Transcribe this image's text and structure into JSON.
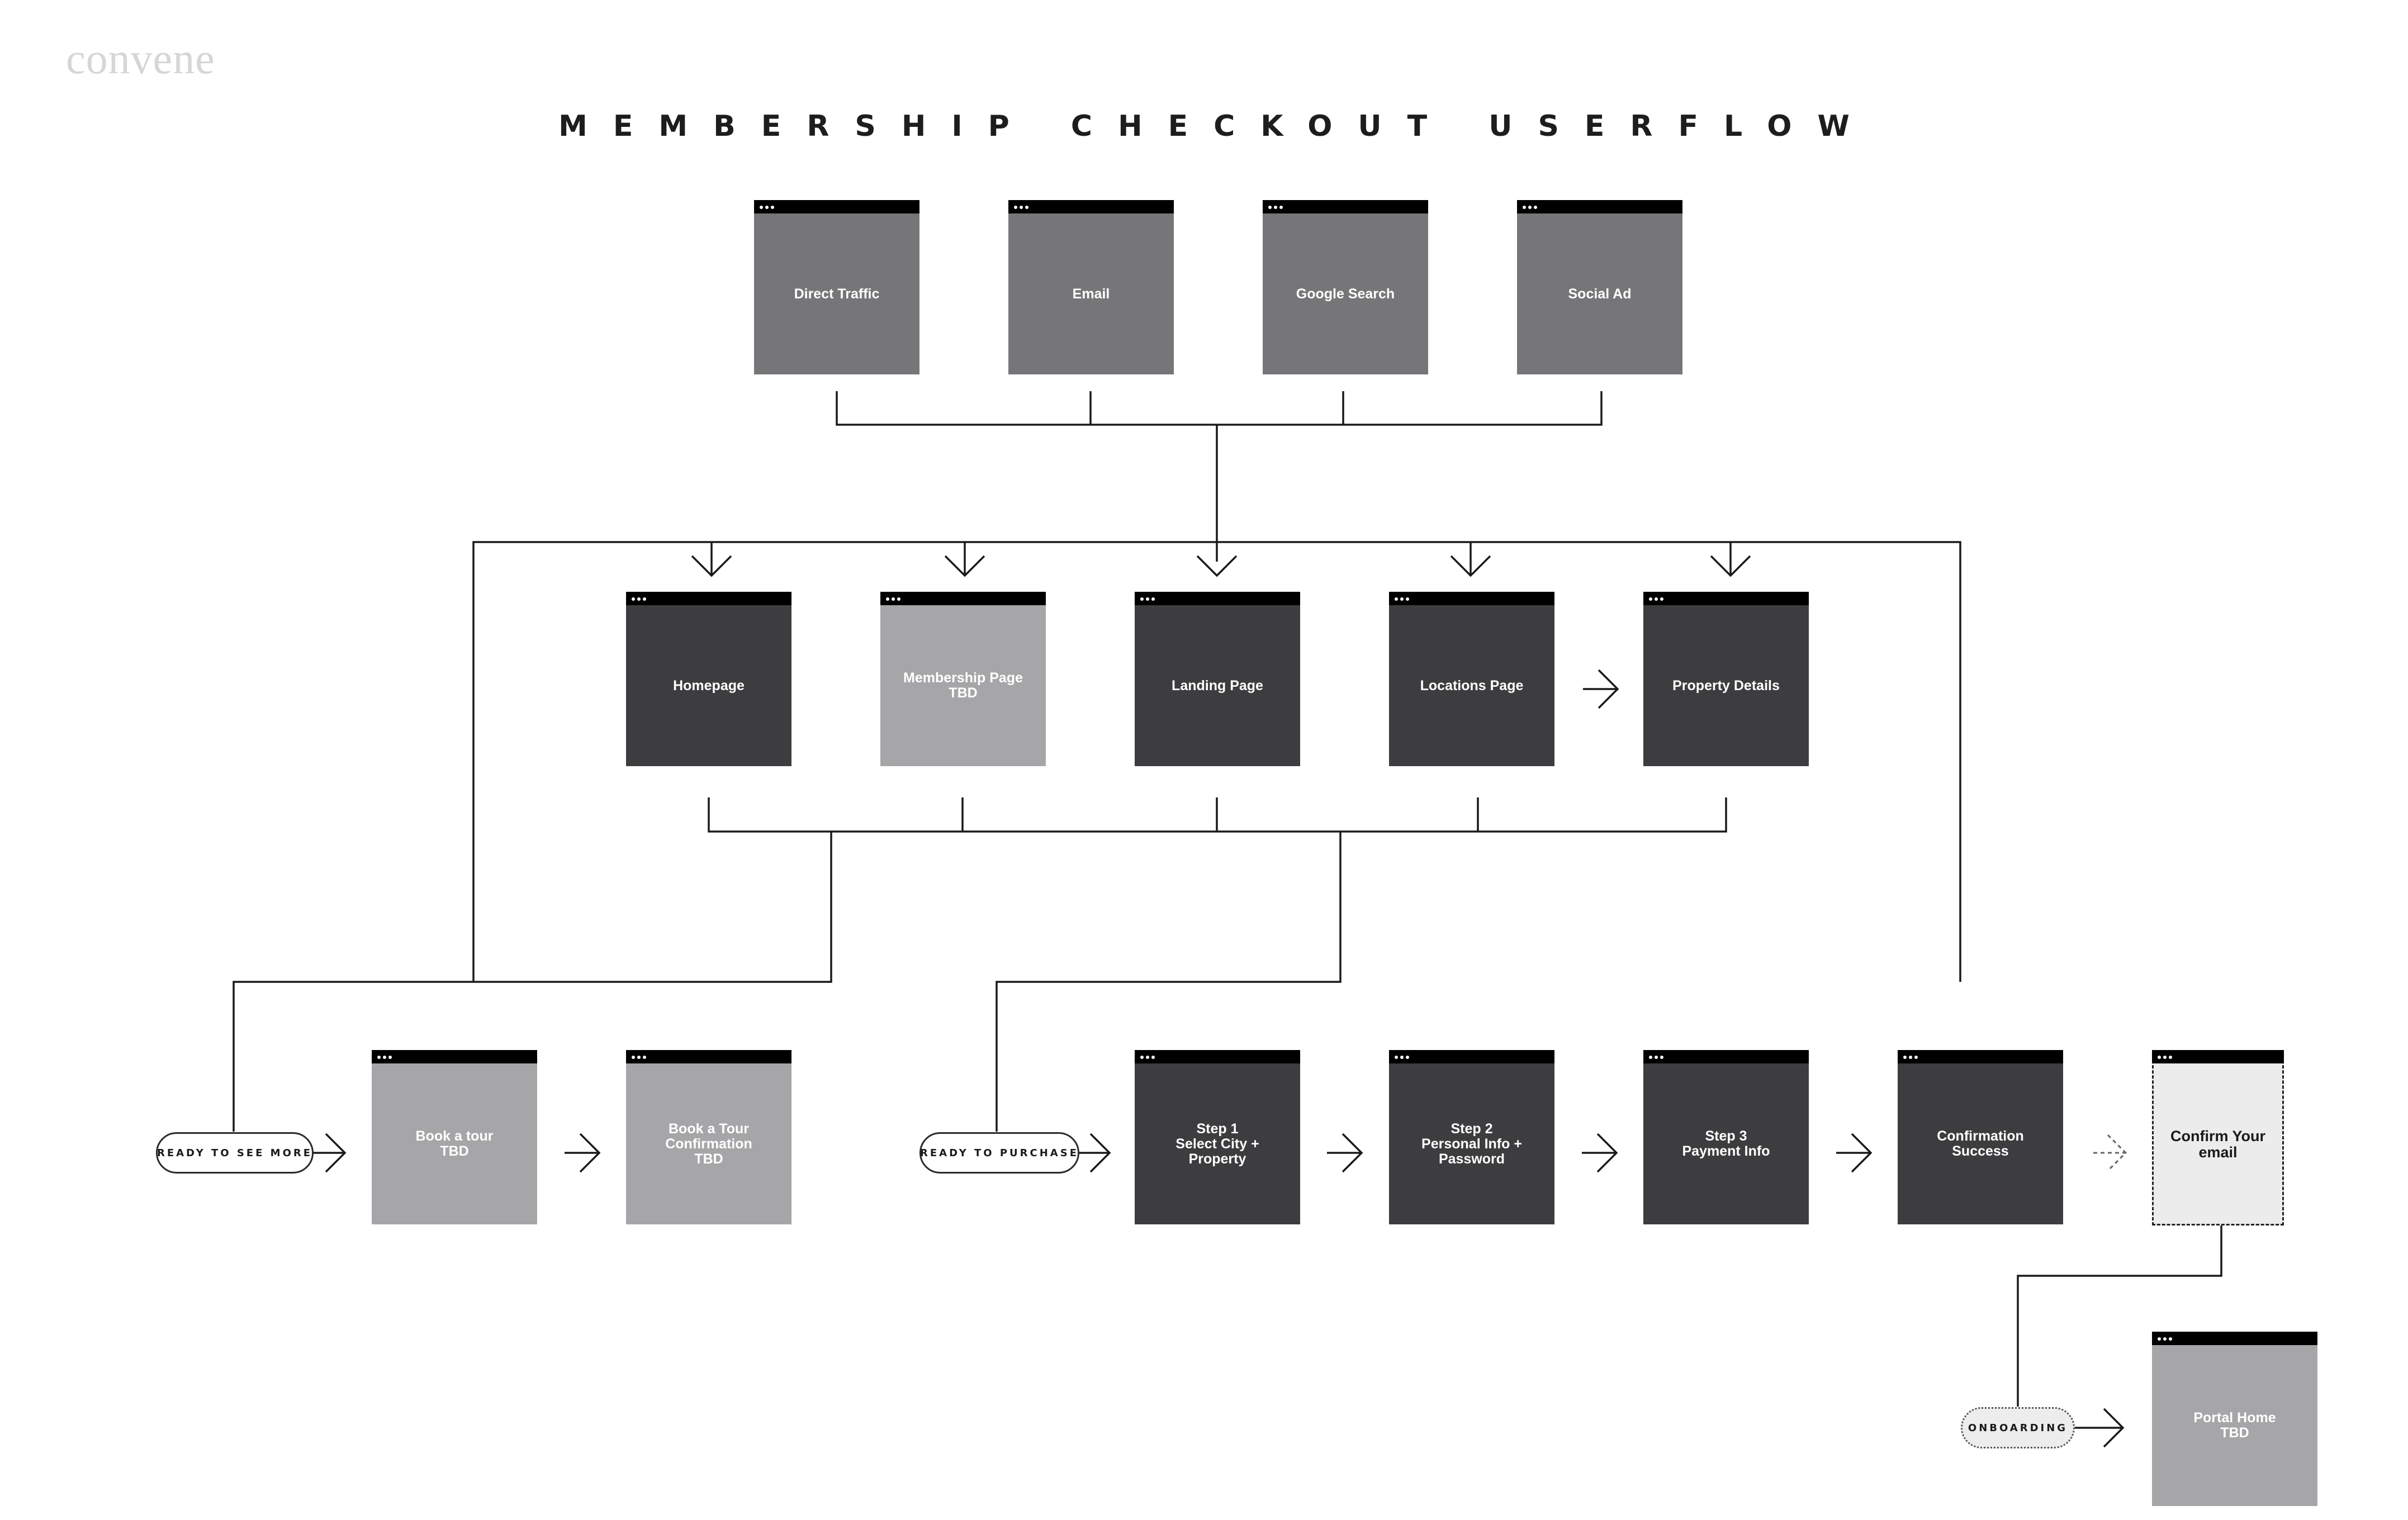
{
  "brand": {
    "logo_text": "convene"
  },
  "title": "MEMBERSHIP CHECKOUT USERFLOW",
  "sources": {
    "direct_traffic": "Direct Traffic",
    "email": "Email",
    "google_search": "Google Search",
    "social_ad": "Social Ad"
  },
  "pages": {
    "homepage": "Homepage",
    "membership_page": "Membership  Page\nTBD",
    "landing_page": "Landing  Page",
    "locations_page": "Locations Page",
    "property_details": "Property Details"
  },
  "tour_flow": {
    "pill": "READY TO SEE MORE",
    "book_tour": "Book a tour\nTBD",
    "tour_confirmation": "Book a Tour\nConfirmation\nTBD"
  },
  "purchase_flow": {
    "pill": "READY TO PURCHASE",
    "step1": "Step 1\nSelect City +\nProperty",
    "step2": "Step 2\nPersonal Info +\nPassword",
    "step3": "Step 3\nPayment Info",
    "confirmation": "Confirmation\nSuccess",
    "confirm_email": "Confirm Your\nemail"
  },
  "onboarding": {
    "pill": "ONBOARDING",
    "portal_home": "Portal Home\nTBD"
  },
  "colors": {
    "source_box": "#767678",
    "dark_box": "#3d3d3f",
    "tbd_box": "#a6a6a8",
    "confirm_box": "#ececec",
    "line": "#1a1a1a"
  }
}
